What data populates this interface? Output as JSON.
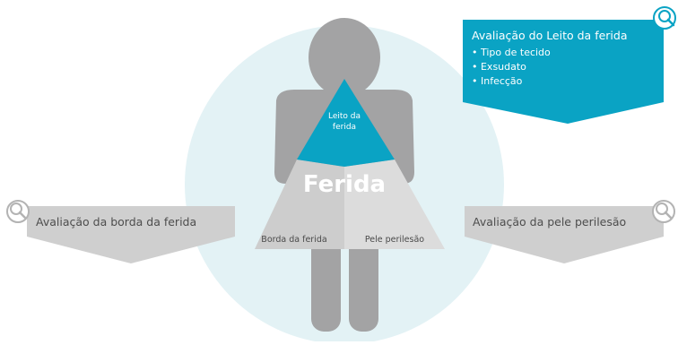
{
  "diagram": {
    "center_label": "Ferida",
    "sections": {
      "wound_bed": {
        "line1": "Leito da",
        "line2": "ferida"
      },
      "wound_edge": "Borda da ferida",
      "periwound": "Pele perilesão"
    },
    "callouts": {
      "wound_bed": {
        "title": "Avaliação do Leito da ferida",
        "items": [
          "• Tipo de tecido",
          "• Exsudato",
          "• Infecção"
        ]
      },
      "wound_edge": {
        "title": "Avaliação da borda da ferida"
      },
      "periwound": {
        "title": "Avaliação da pele perilesão"
      }
    }
  },
  "colors": {
    "accent": "#0aa3c4",
    "background_circle": "#e3f2f5",
    "figure": "#a3a3a4",
    "triangle_light": "#d6d6d6",
    "callout_gray": "#cfcfcf",
    "icon_gray": "#b3b3b3"
  },
  "icons": [
    "zoom-icon"
  ]
}
